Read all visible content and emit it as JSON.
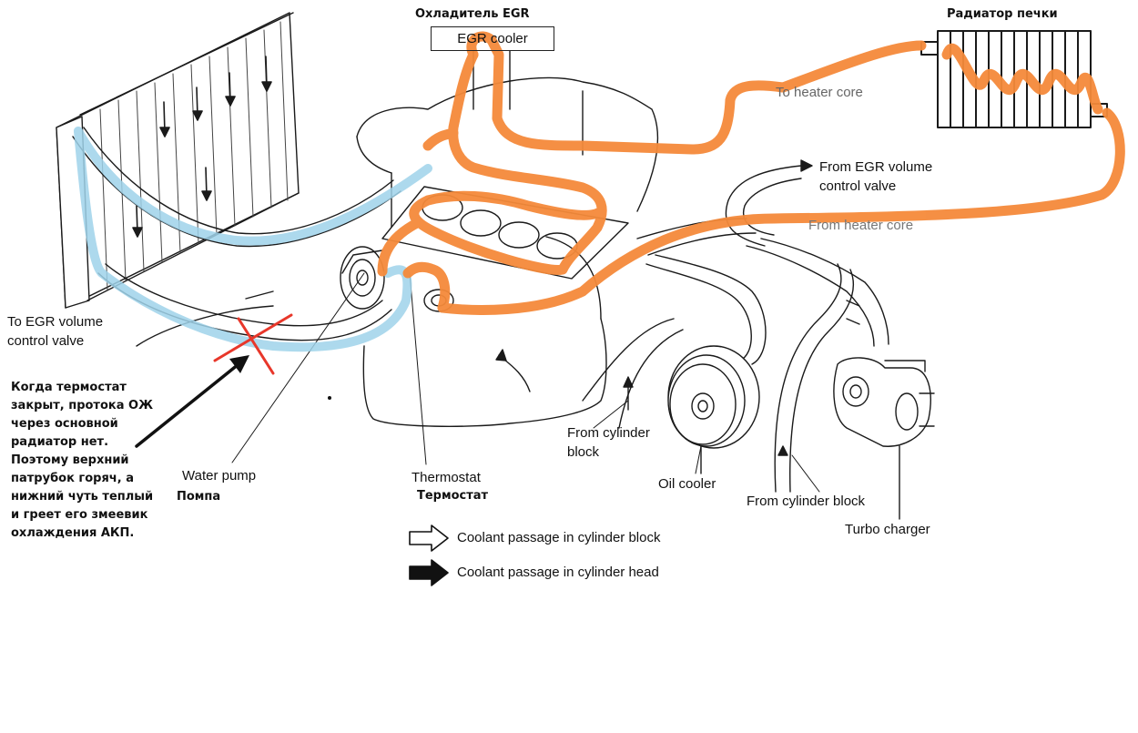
{
  "labels": {
    "egr_cooler_ru": "Охладитель EGR",
    "egr_cooler": "EGR cooler",
    "heater_radiator_ru": "Радиатор печки",
    "to_heater_core": "To heater core",
    "from_egr_valve_1": "From EGR volume",
    "from_egr_valve_2": "control valve",
    "from_heater_core": "From heater core",
    "to_egr_valve_1": "To EGR volume",
    "to_egr_valve_2": "control valve",
    "water_pump": "Water pump",
    "water_pump_ru": "Помпа",
    "thermostat": "Thermostat",
    "thermostat_ru": "Термостат",
    "from_cyl_block_1": "From cylinder",
    "from_cyl_block_2": "block",
    "oil_cooler": "Oil cooler",
    "from_cyl_block_b": "From cylinder block",
    "turbo": "Turbo charger"
  },
  "legend": {
    "block": "Coolant passage in cylinder block",
    "head": "Coolant passage in cylinder head"
  },
  "note_lines": [
    "Когда термостат",
    "закрыт, протока ОЖ",
    "через основной",
    "радиатор нет.",
    "Поэтому верхний",
    "патрубок горяч, а",
    "нижний чуть теплый",
    "и греет его змеевик",
    "охлаждения АКП."
  ],
  "colors": {
    "hot_flow": "#f58a3a",
    "cold_flow": "#9fd3ea",
    "cross": "#e8372a",
    "line": "#1a1a1a"
  }
}
